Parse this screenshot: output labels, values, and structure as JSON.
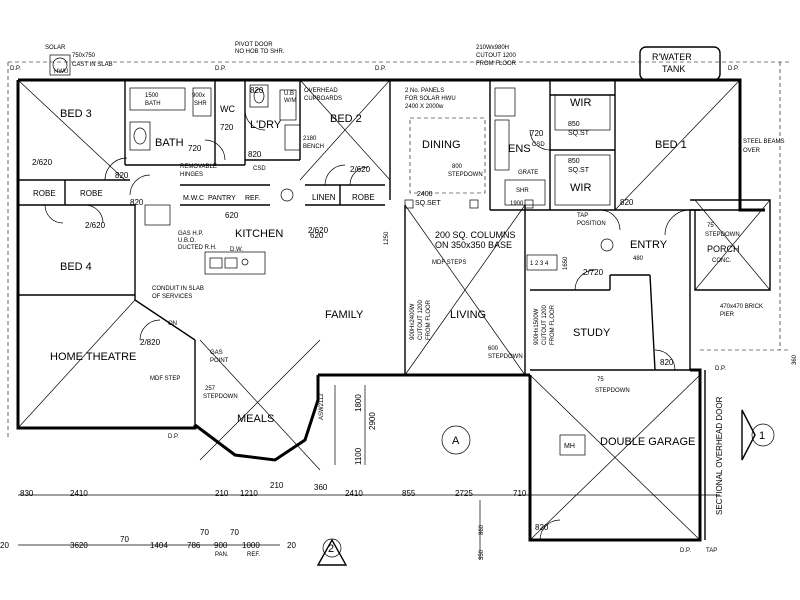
{
  "rooms": {
    "bed3": "BED 3",
    "bed2": "BED 2",
    "bed1": "BED 1",
    "bed4": "BED 4",
    "bath": "BATH",
    "ldry": "L'DRY",
    "dining": "DINING",
    "ens": "ENS",
    "kitchen": "KITCHEN",
    "family": "FAMILY",
    "living": "LIVING",
    "study": "STUDY",
    "entry": "ENTRY",
    "porch": "PORCH",
    "home_theatre": "HOME THEATRE",
    "meals": "MEALS",
    "double_garage": "DOUBLE GARAGE",
    "wir1": "WIR",
    "wir2": "WIR",
    "wc": "WC",
    "robe1": "ROBE",
    "robe2": "ROBE",
    "robe3": "ROBE",
    "linen": "LINEN",
    "pantry": "PANTRY",
    "mwc": "M.W.C",
    "ref": "REF."
  },
  "annotations": {
    "solar_a": "SOLAR",
    "solar_b": "HWU",
    "solar_size_a": "750x750",
    "solar_size_b": "CAST IN SLAB",
    "pivot_a": "PIVOT DOOR",
    "pivot_b": "NO HOB TO SHR.",
    "shr_size": "210Wx980H",
    "cutout_top_a": "CUTOUT 1200",
    "cutout_top_b": "FROM FLOOR",
    "rwater_a": "R'WATER",
    "rwater_b": "TANK",
    "dp": "D.P.",
    "overhead_a": "OVERHEAD",
    "overhead_b": "CUPBOARDS",
    "ub_a": "U.B",
    "ub_b": "W/M",
    "panels_a": "2 No. PANELS",
    "panels_b": "FOR SOLAR HWU",
    "panels_c": "2400 X 2000w",
    "bath_1500": "1500",
    "bath_label_small": "BATH",
    "shr_900": "900x",
    "shr_label": "SHR",
    "bench": "2180",
    "bench_b": "BENCH",
    "csd": "CSD",
    "csd2": "CSD",
    "stepdown_a": "800",
    "stepdown_b": "STEPDOWN",
    "sqst_a": "850",
    "sqst_b": "SQ.ST",
    "sqst_c": "850",
    "sqst_d": "SQ.ST",
    "steel_a": "STEEL BEAMS",
    "steel_b": "OVER",
    "removable_a": "REMOVABLE",
    "removable_b": "HINGES",
    "gas_a": "GAS H.P.",
    "gas_b": "U.B.O.",
    "gas_c": "DUCTED R.H.",
    "dw": "D.W.",
    "sqset": "2400",
    "sqset_b": "SQ.SET",
    "columns_a": "200 SQ. COLUMNS",
    "columns_b": "ON 350x350 BASE",
    "mdf_steps": "MDF STEPS",
    "grate": "GRATE",
    "shr2": "SHR",
    "shr2_dim": "1900",
    "tap_a": "TAP",
    "tap_b": "POSITION",
    "stepdown_porch_a": "75",
    "stepdown_porch_b": "STEPDOWN",
    "porch_conc": "CONC.",
    "pier_a": "470x470 BRICK",
    "pier_b": "PIER",
    "conduit_a": "CONDUIT IN SLAB",
    "conduit_b": "OF SERVICES",
    "on": "ON",
    "gas_point_a": "GAS",
    "gas_point_b": "POINT",
    "mdf_step": "MDF STEP",
    "stepdown257_a": "257",
    "stepdown257_b": "STEPDOWN",
    "window_left_a": "900Hx2400W",
    "window_left_b": "CUTOUT 1200",
    "window_left_c": "FROM FLOOR",
    "window_right_a": "900Hx1500W",
    "window_right_b": "CUTOUT 1200",
    "window_right_c": "FROM FLOOR",
    "living_600_a": "600",
    "living_600_b": "STEPDOWN",
    "garage_stepdown_a": "75",
    "garage_stepdown_b": "STEPDOWN",
    "mh": "MH",
    "sectional": "SECTIONAL OVERHEAD DOOR",
    "asw": "ASW2112",
    "section_a": "A",
    "section_1": "1",
    "section_2": "2",
    "tap_bottom": "TAP",
    "d1": "820",
    "d2": "720",
    "d3": "720",
    "d4": "820",
    "d5": "820",
    "d6": "620",
    "d7": "620",
    "d8": "820",
    "d9": "820",
    "d10": "820",
    "d11": "720",
    "d12": "820",
    "d13": "820",
    "d14": "820",
    "d15": "820",
    "dd1": "2/620",
    "dd2": "2/620",
    "dd3": "2/620",
    "dd4": "2/620",
    "dd5": "2/820",
    "dd6": "2/720",
    "d_480": "480",
    "d_1250": "1250",
    "d_1650": "1650",
    "d_1800": "1800",
    "d_2900": "2900",
    "d_1100": "1100",
    "d_360": "360",
    "d_860": "860",
    "d_350": "350",
    "side_a": "360",
    "steps_1234": "1 2 3 4"
  },
  "dims_row1": [
    "830",
    "2410",
    "210",
    "1210",
    "210",
    "360",
    "2410",
    "855",
    "2725",
    "710"
  ],
  "dims_row2": [
    "20",
    "3620",
    "70",
    "1404",
    "786",
    "900",
    "1000",
    "20"
  ],
  "dims_row2_top": [
    "70",
    "70"
  ],
  "dims_row2_sub": [
    "PAN.",
    "REF."
  ]
}
